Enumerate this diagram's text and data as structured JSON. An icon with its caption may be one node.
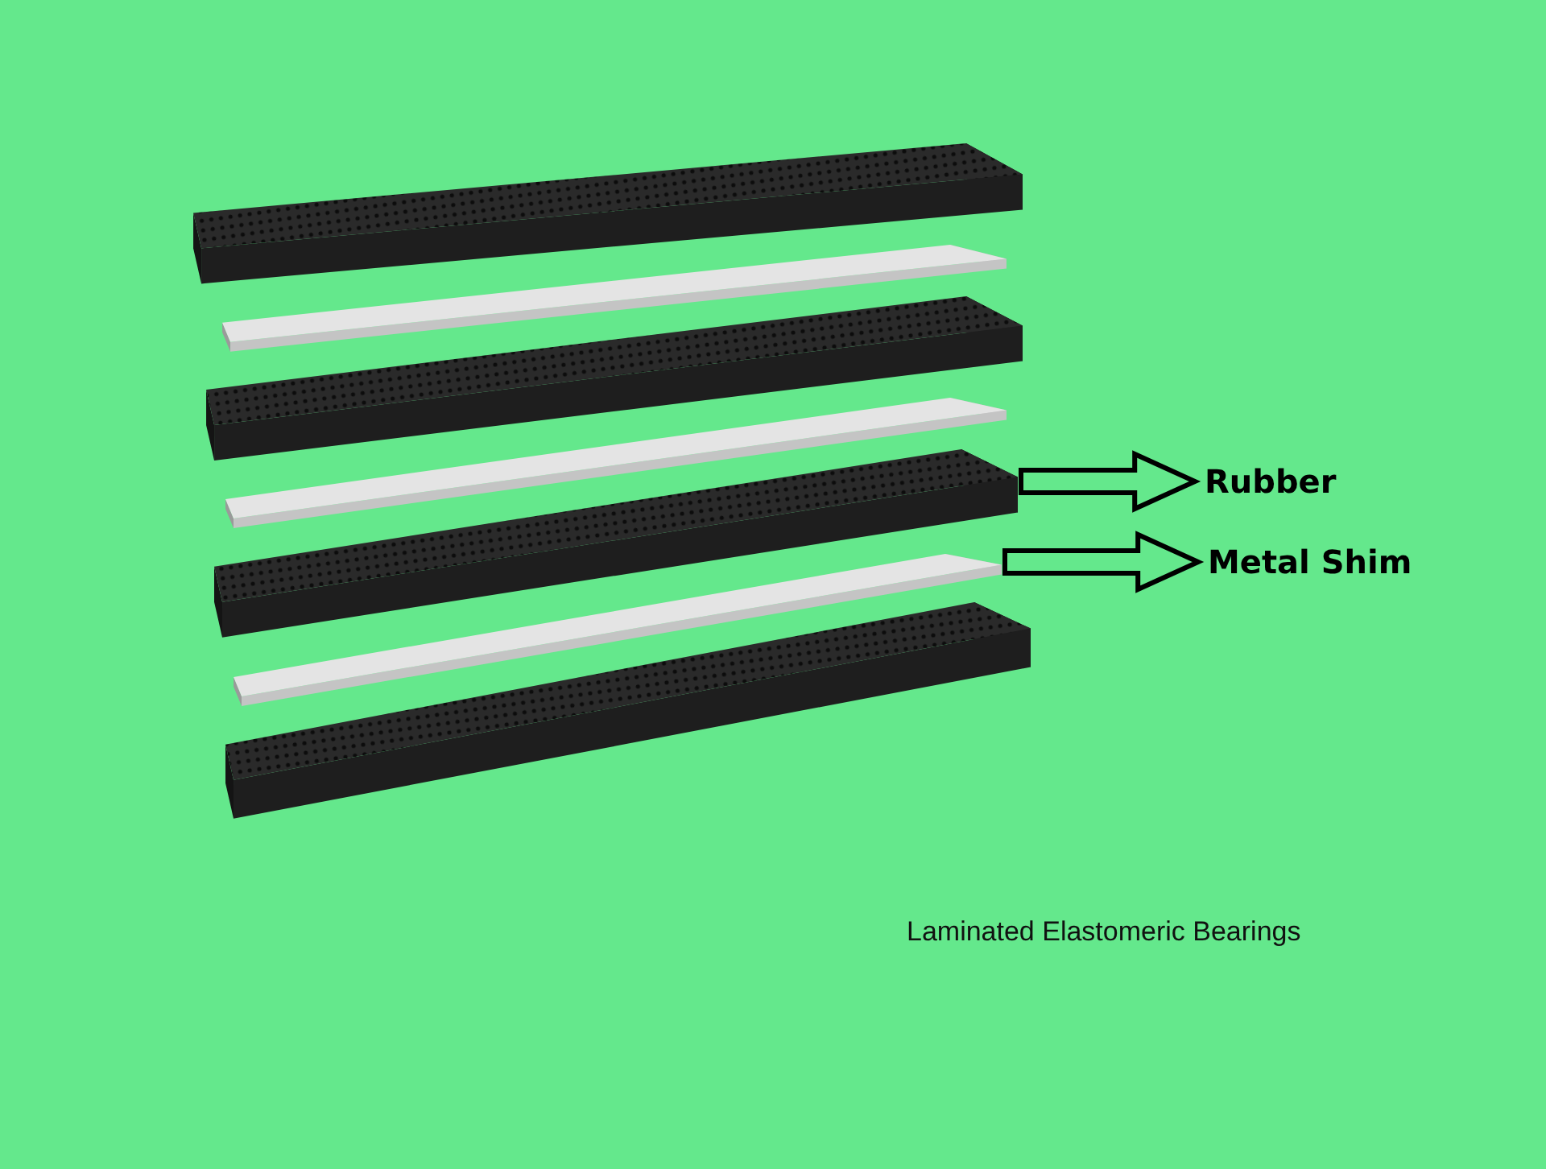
{
  "diagram": {
    "caption": "Laminated Elastomeric Bearings",
    "nodes": [
      {
        "text": [],
        "shape": "box"
      },
      {
        "text": [],
        "shape": "box"
      },
      {
        "text": [],
        "shape": "box"
      },
      {
        "text": [],
        "shape": "box"
      },
      {
        "text": [],
        "shape": "box"
      },
      {
        "text": [],
        "shape": "box"
      },
      {
        "text": [],
        "shape": "box"
      },
      {
        "text": [
          "Rubber"
        ]
      },
      {
        "text": [
          "Metal Shim"
        ]
      }
    ],
    "edges": [
      {
        "from": 4,
        "to": 7,
        "arrow": "to"
      },
      {
        "from": 5,
        "to": 8,
        "arrow": "to"
      }
    ]
  }
}
